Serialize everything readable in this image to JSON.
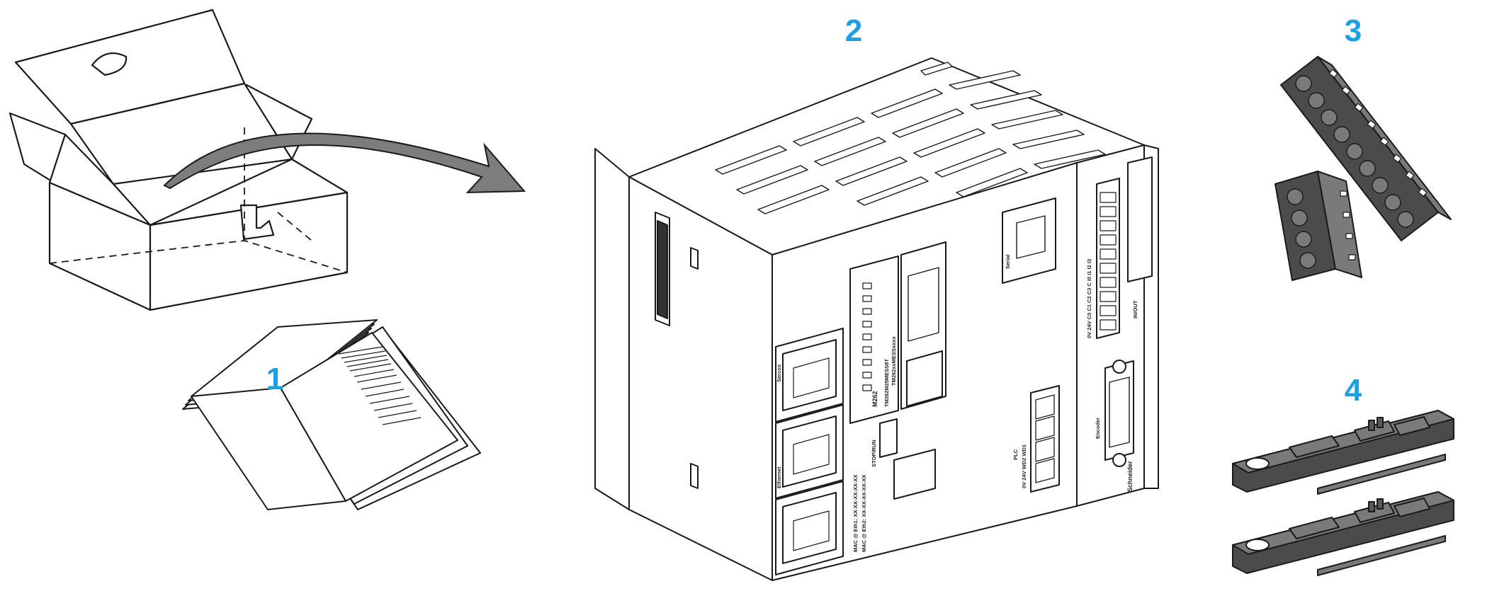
{
  "colors": {
    "callout": "#1ba1e2",
    "line": "#1a1a1a",
    "part_dark": "#4b4b4b",
    "part_mid": "#7a7a7a",
    "arrow": "#7d7d7d"
  },
  "callouts": {
    "item1": "1",
    "item2": "2",
    "item3": "3",
    "item4": "4"
  },
  "device_labels": {
    "model_a": "M262",
    "model_b": "TM262M25MESS8T",
    "model_c": "TM262xxMESSxxxx",
    "run_stop": "STOP/RUN",
    "sercos": "Sercos",
    "ethernet": "Ethernet",
    "serial": "Serial",
    "inout": "IN/OUT",
    "encoder": "Encoder",
    "brand": "Schneider",
    "mac1": "MAC @ Eth1: XX-XX-XX-XX-XX",
    "mac2": "MAC @ Eth2: XX-XX-XX-XX-XX",
    "io_terms": "0V 24V C0 C1 C2 C3 C I0 I1 I2 I3",
    "pwr_terms": "0V 24V WD2 WD1",
    "plc": "PLC"
  }
}
